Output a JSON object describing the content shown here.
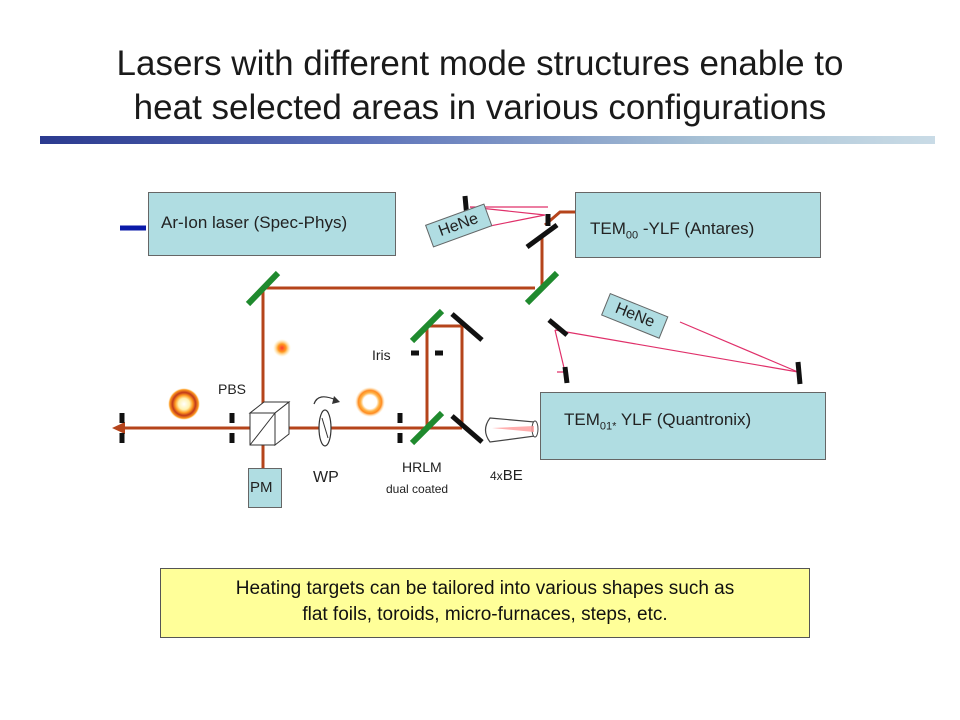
{
  "title": {
    "line1": "Lasers with different mode structures enable to",
    "line2": "heat selected areas in various configurations"
  },
  "boxes": {
    "ar_ion": "Ar-Ion laser (Spec-Phys)",
    "tem00": {
      "prefix": "TEM",
      "sub": "00",
      "suffix": " -YLF (Antares)"
    },
    "tem01": {
      "prefix": "TEM",
      "sub": "01*",
      "suffix": " YLF (Quantronix)"
    },
    "pm": "PM"
  },
  "labels": {
    "hene_top": "HeNe",
    "hene_right": "HeNe",
    "iris": "Iris",
    "pbs": "PBS",
    "wp": "WP",
    "hrlm": "HRLM",
    "hrlm_sub": "dual coated",
    "be_prefix": "4x",
    "be": "BE"
  },
  "note": {
    "line1": "Heating targets can be tailored into various shapes such as",
    "line2": "flat foils, toroids, micro-furnaces, steps, etc."
  },
  "colors": {
    "beam": "#b5441b",
    "mirror": "#1f8a2e",
    "hene_beam": "#e0306a",
    "box": "#b0dde2",
    "note_bg": "#ffff99",
    "ar_marker": "#0a1aa8"
  }
}
